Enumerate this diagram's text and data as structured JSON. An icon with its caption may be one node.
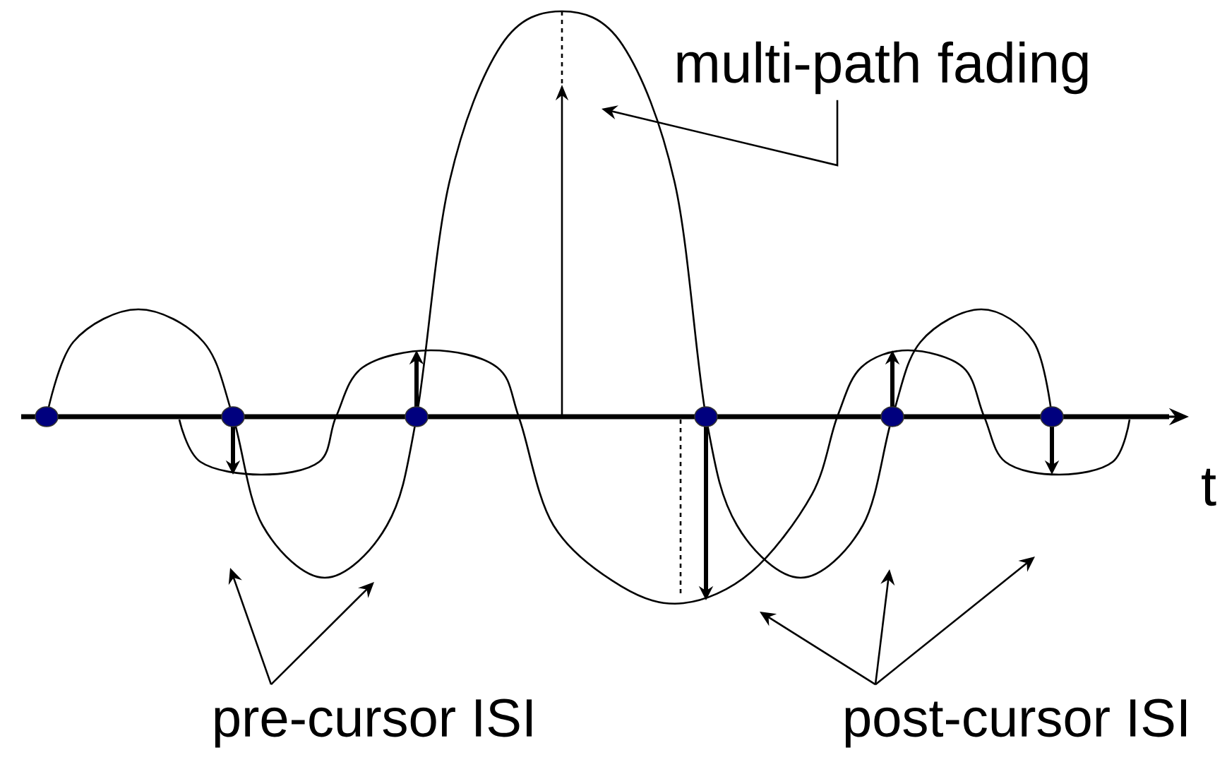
{
  "diagram": {
    "nodes": [
      {
        "text": [
          "multi-path fading"
        ]
      },
      {
        "text": [
          "pre-cursor ISI"
        ]
      },
      {
        "text": [
          "post-cursor ISI"
        ]
      }
    ],
    "edges": [
      {
        "from": 0,
        "to": null,
        "arrow": "to"
      },
      {
        "from": 1,
        "to": null,
        "arrow": "to"
      },
      {
        "from": 1,
        "to": null,
        "arrow": "to"
      },
      {
        "from": 2,
        "to": null,
        "arrow": "to"
      },
      {
        "from": 2,
        "to": null,
        "arrow": "to"
      },
      {
        "from": 2,
        "to": null,
        "arrow": "to"
      }
    ],
    "labels": [
      "t"
    ]
  }
}
